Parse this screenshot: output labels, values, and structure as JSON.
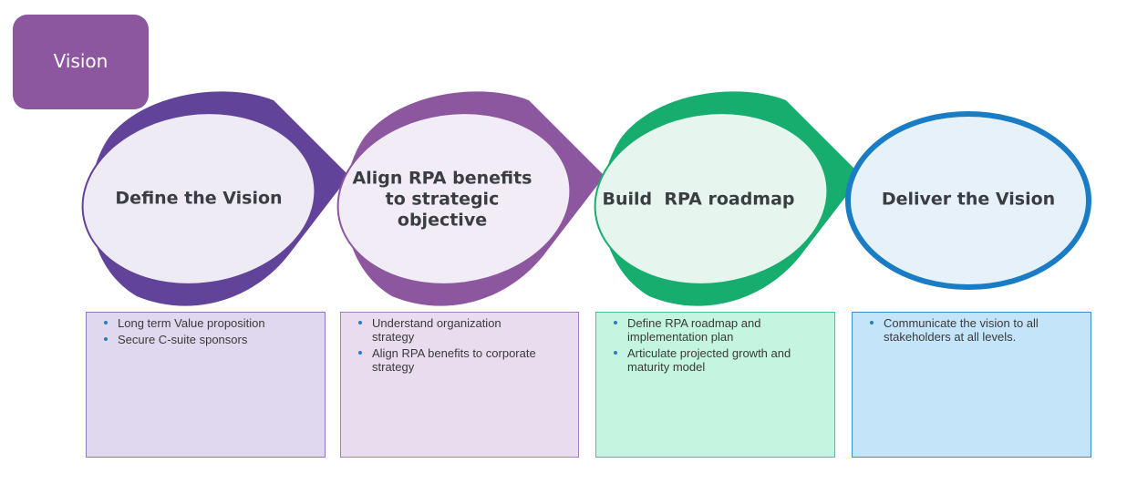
{
  "header": {
    "tag_label": "Vision"
  },
  "colors": {
    "tag": "#8d57a0",
    "stage1_dark": "#62439a",
    "stage2_dark": "#8d57a0",
    "stage3_dark": "#17ad6f",
    "stage4_ring": "#1a7cc4"
  },
  "stages": [
    {
      "title": "Define the Vision",
      "bullets": [
        "Long term Value proposition",
        "Secure C-suite sponsors"
      ]
    },
    {
      "title": "Align RPA benefits to strategic objective",
      "bullets": [
        "Understand organization strategy",
        "Align RPA benefits to corporate strategy"
      ]
    },
    {
      "title": "Build  RPA roadmap",
      "bullets": [
        "Define RPA roadmap and implementation plan",
        "Articulate projected growth and maturity model"
      ]
    },
    {
      "title": "Deliver the Vision",
      "bullets": [
        "Communicate the vision to all stakeholders at all levels."
      ]
    }
  ]
}
